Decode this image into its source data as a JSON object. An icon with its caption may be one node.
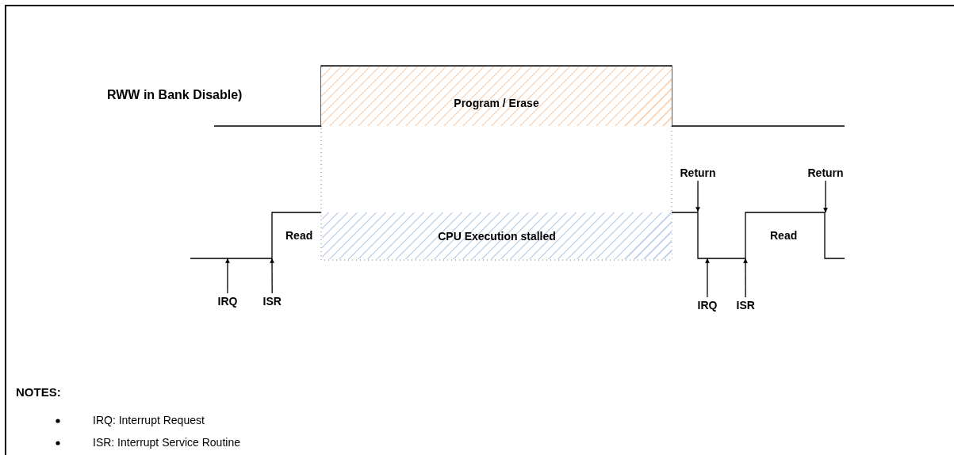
{
  "diagram": {
    "nodes": [
      {
        "text": [
          "Program / Erase"
        ]
      },
      {
        "text": [
          "Return"
        ]
      },
      {
        "text": [
          "Return"
        ]
      },
      {
        "text": [
          "CPU Execution stalled"
        ]
      },
      {
        "text": [
          "IRQ"
        ]
      },
      {
        "text": [
          "ISR"
        ]
      },
      {
        "text": [
          "IRQ"
        ]
      },
      {
        "text": [
          "ISR"
        ]
      }
    ],
    "edges": [
      {
        "from": 1,
        "to": null,
        "arrow": "to"
      },
      {
        "from": 2,
        "to": null,
        "arrow": "to"
      },
      {
        "from": 4,
        "to": null,
        "arrow": "to"
      },
      {
        "from": 5,
        "to": null,
        "arrow": "to"
      },
      {
        "from": 6,
        "to": null,
        "arrow": "to"
      },
      {
        "from": 7,
        "to": null,
        "arrow": "to"
      }
    ],
    "labels": [
      "RWW in Bank Disable)",
      "Read",
      "Read",
      "NOTES:",
      "IRQ: Interrupt Request",
      "ISR: Interrupt Service Routine"
    ]
  }
}
